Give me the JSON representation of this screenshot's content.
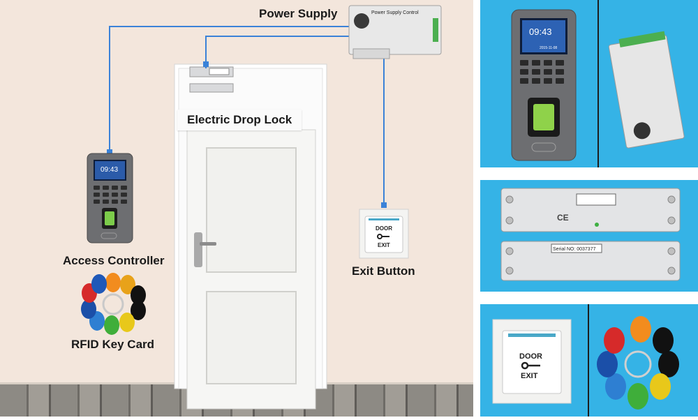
{
  "labels": {
    "power_supply": "Power Supply",
    "electric_drop_lock": "Electric Drop Lock",
    "access_controller": "Access Controller",
    "exit_button": "Exit Button",
    "rfid_key_card": "RFID Key Card"
  },
  "device_text": {
    "psu_title": "Power Supply Control",
    "controller_time": "09:43",
    "controller_date": "2015-11-08",
    "exit_top": "DOOR",
    "exit_bottom": "EXIT",
    "lock_serial": "Serial NO: 0037377",
    "lock_ce": "CE"
  },
  "colors": {
    "wire": "#3a82d8",
    "wall": "#f3e6dc",
    "panel_blue": "#35b3e6",
    "door": "#f6f6f4"
  },
  "icons": [
    "key-icon",
    "ce-mark-icon",
    "fingerprint-icon"
  ]
}
